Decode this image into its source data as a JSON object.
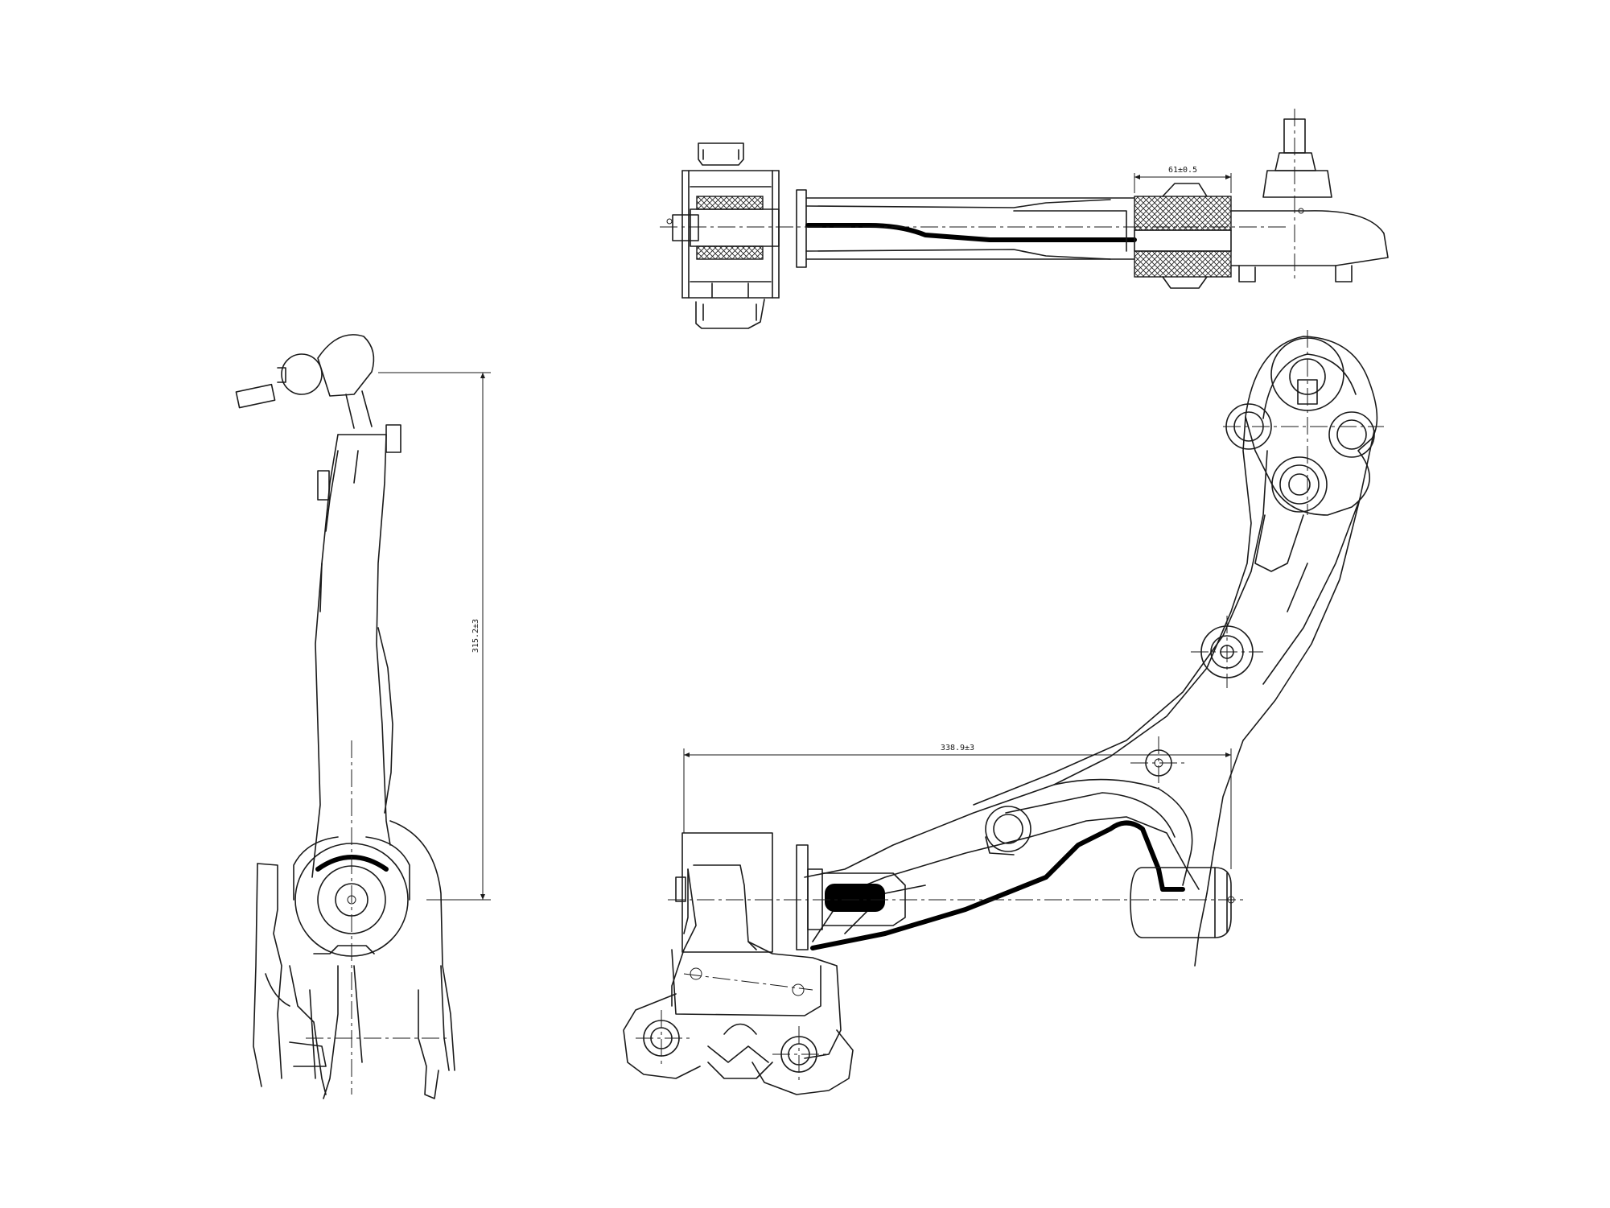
{
  "dimensions": {
    "top_bushing_width": "61±0.5",
    "side_height": "315.2±3",
    "front_length": "338.9±3"
  }
}
